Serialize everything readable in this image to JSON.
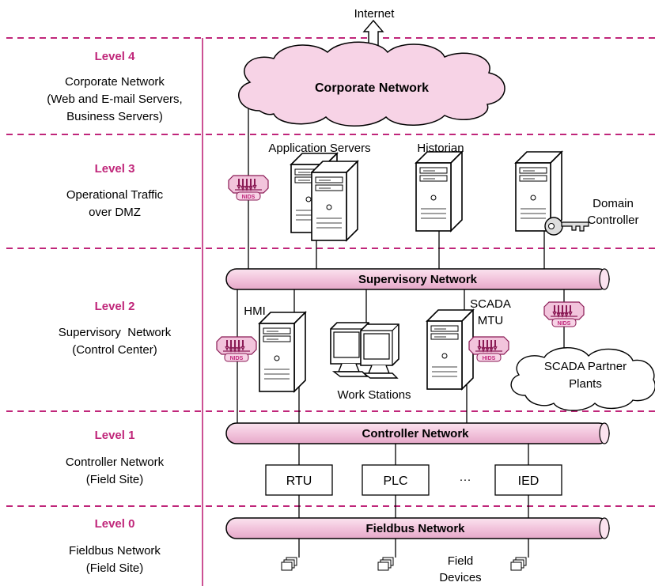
{
  "levels": [
    {
      "title": "Level 4",
      "lines": [
        "Corporate Network",
        "(Web and E-mail Servers,",
        "Business Servers)"
      ]
    },
    {
      "title": "Level 3",
      "lines": [
        "Operational Traffic",
        "over DMZ"
      ]
    },
    {
      "title": "Level 2",
      "lines": [
        "Supervisory  Network",
        "(Control Center)"
      ]
    },
    {
      "title": "Level 1",
      "lines": [
        "Controller Network",
        "(Field Site)"
      ]
    },
    {
      "title": "Level 0",
      "lines": [
        "Fieldbus Network",
        "(Field Site)"
      ]
    }
  ],
  "internet": "Internet",
  "corporate_cloud": "Corporate Network",
  "buses": {
    "supervisory": "Supervisory Network",
    "controller": "Controller Network",
    "fieldbus": "Fieldbus Network"
  },
  "labels": {
    "app_servers": "Application Servers",
    "historian": "Historian",
    "domain_controller": [
      "Domain",
      "Controller"
    ],
    "hmi": "HMI",
    "scada_mtu": [
      "SCADA",
      "MTU"
    ],
    "work_stations": "Work Stations",
    "partner_plants": [
      "SCADA Partner",
      "Plants"
    ],
    "field_devices": [
      "Field",
      "Devices"
    ],
    "ellipsis": "···"
  },
  "field_units": [
    "RTU",
    "PLC",
    "IED"
  ],
  "sensors": {
    "nids": "NIDS",
    "hids": "HIDS"
  },
  "colors": {
    "accent": "#c0267a",
    "bus_fill": "#f2c4dc",
    "cloud_fill": "#f7d3e6",
    "device_fill": "#ffffff"
  }
}
